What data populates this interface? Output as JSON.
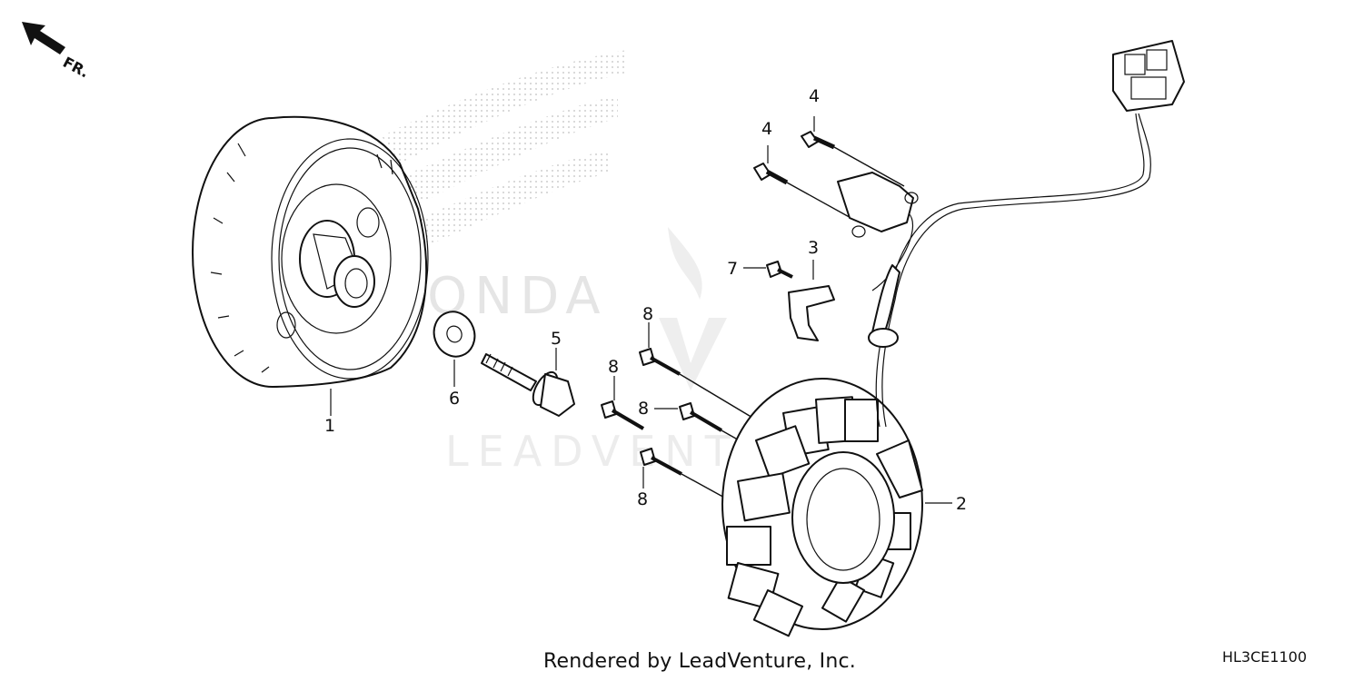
{
  "orientation": {
    "label": "FR.",
    "icon": "front-direction-arrow-icon"
  },
  "callouts": [
    {
      "id": "1",
      "part": "flywheel"
    },
    {
      "id": "2",
      "part": "stator"
    },
    {
      "id": "3",
      "part": "wire-clamp"
    },
    {
      "id": "4",
      "part": "bolt"
    },
    {
      "id": "4",
      "part": "bolt"
    },
    {
      "id": "5",
      "part": "flange-bolt"
    },
    {
      "id": "6",
      "part": "washer"
    },
    {
      "id": "7",
      "part": "bolt"
    },
    {
      "id": "8",
      "part": "stator-bolt"
    },
    {
      "id": "8",
      "part": "stator-bolt"
    },
    {
      "id": "8",
      "part": "stator-bolt"
    },
    {
      "id": "8",
      "part": "stator-bolt"
    }
  ],
  "footer": {
    "credit": "Rendered by LeadVenture, Inc.",
    "diagram_code": "HL3CE1100"
  },
  "watermark": {
    "brand": "HONDA",
    "vendor": "LEADVENTURE"
  }
}
